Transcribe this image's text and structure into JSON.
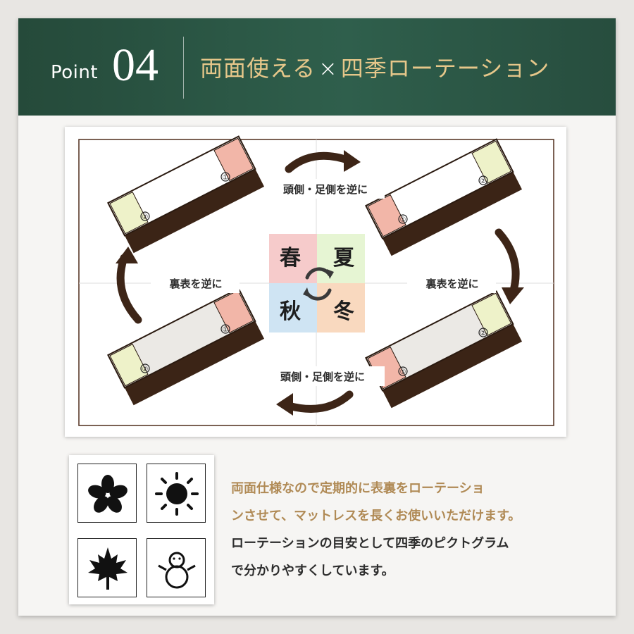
{
  "header": {
    "point_label": "Point",
    "point_number": "04",
    "title_part1": "両面使える",
    "title_sep": "×",
    "title_part2": "四季ローテーション"
  },
  "diagram": {
    "rotation_top": "頭側・足側を逆に",
    "rotation_bottom": "頭側・足側を逆に",
    "flip_left": "裏表を逆に",
    "flip_right": "裏表を逆に",
    "marker_1": "①",
    "marker_2": "②",
    "seasons": {
      "spring": "春",
      "summer": "夏",
      "autumn": "秋",
      "winter": "冬"
    }
  },
  "pictograms": [
    {
      "name": "sakura-icon"
    },
    {
      "name": "sun-icon"
    },
    {
      "name": "maple-leaf-icon"
    },
    {
      "name": "snowman-icon"
    }
  ],
  "description": {
    "line1": "両面仕様なので定期的に表裏をローテーショ",
    "line2": "ンさせて、マットレスを長くお使いいただけます。",
    "line3": "ローテーションの目安として四季のピクトグラム",
    "line4": "で分かりやすくしています。"
  },
  "colors": {
    "header_bg": "#2a5443",
    "title_gold": "#e6c78a",
    "arrow_brown": "#3d2517",
    "spring": "#f6cbcb",
    "summer": "#e6f5d3",
    "autumn": "#cfe4f3",
    "winter": "#f9d9bf",
    "desc_gold": "#b08a55"
  }
}
